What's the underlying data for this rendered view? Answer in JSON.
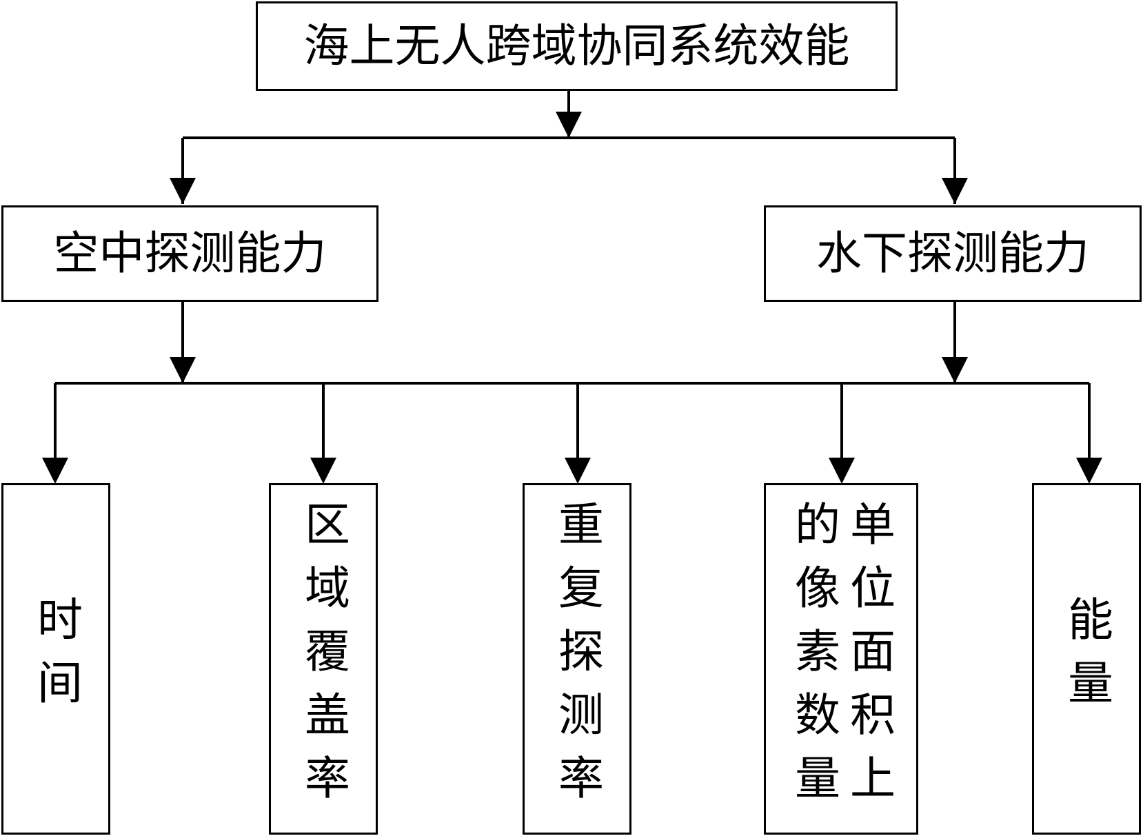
{
  "root": {
    "label": "海上无人跨域协同系统效能"
  },
  "branches": [
    {
      "label": "空中探测能力"
    },
    {
      "label": "水下探测能力"
    }
  ],
  "leaves": [
    {
      "label": "时间"
    },
    {
      "label": "区域覆盖率"
    },
    {
      "label": "重复探测率"
    },
    {
      "label": "单位面积上的像素数量",
      "col1": "单位面积上",
      "col2": "的像素数量"
    },
    {
      "label": "能量"
    }
  ]
}
